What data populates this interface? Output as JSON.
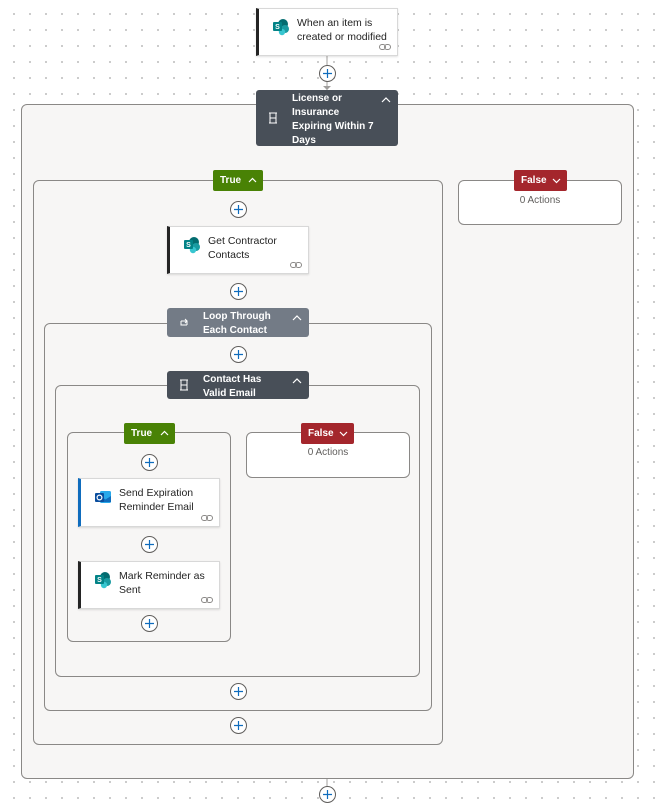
{
  "trigger": {
    "title": "When an item is created or modified",
    "service_icon": "sharepoint-icon",
    "link_icon": "link-icon"
  },
  "condition_main": {
    "title": "License or Insurance Expiring Within 7 Days",
    "icon": "condition-icon"
  },
  "true_branch": {
    "label": "True"
  },
  "false_branch": {
    "label": "False",
    "empty_text": "0 Actions"
  },
  "get_contacts": {
    "title": "Get Contractor Contacts",
    "service_icon": "sharepoint-icon"
  },
  "loop": {
    "title": "Loop Through Each Contact",
    "icon": "loop-icon"
  },
  "condition_email": {
    "title": "Contact Has Valid Email",
    "icon": "condition-icon"
  },
  "inner_true": {
    "label": "True"
  },
  "inner_false": {
    "label": "False",
    "empty_text": "0 Actions"
  },
  "send_email": {
    "title": "Send Expiration Reminder Email",
    "service_icon": "outlook-icon"
  },
  "mark_sent": {
    "title": "Mark Reminder as Sent",
    "service_icon": "sharepoint-icon"
  },
  "colors": {
    "condition": "#484f58",
    "loop": "#737b86",
    "true": "#498205",
    "false": "#a4262c",
    "sharepoint": "#038387",
    "outlook": "#0f6cbd"
  }
}
